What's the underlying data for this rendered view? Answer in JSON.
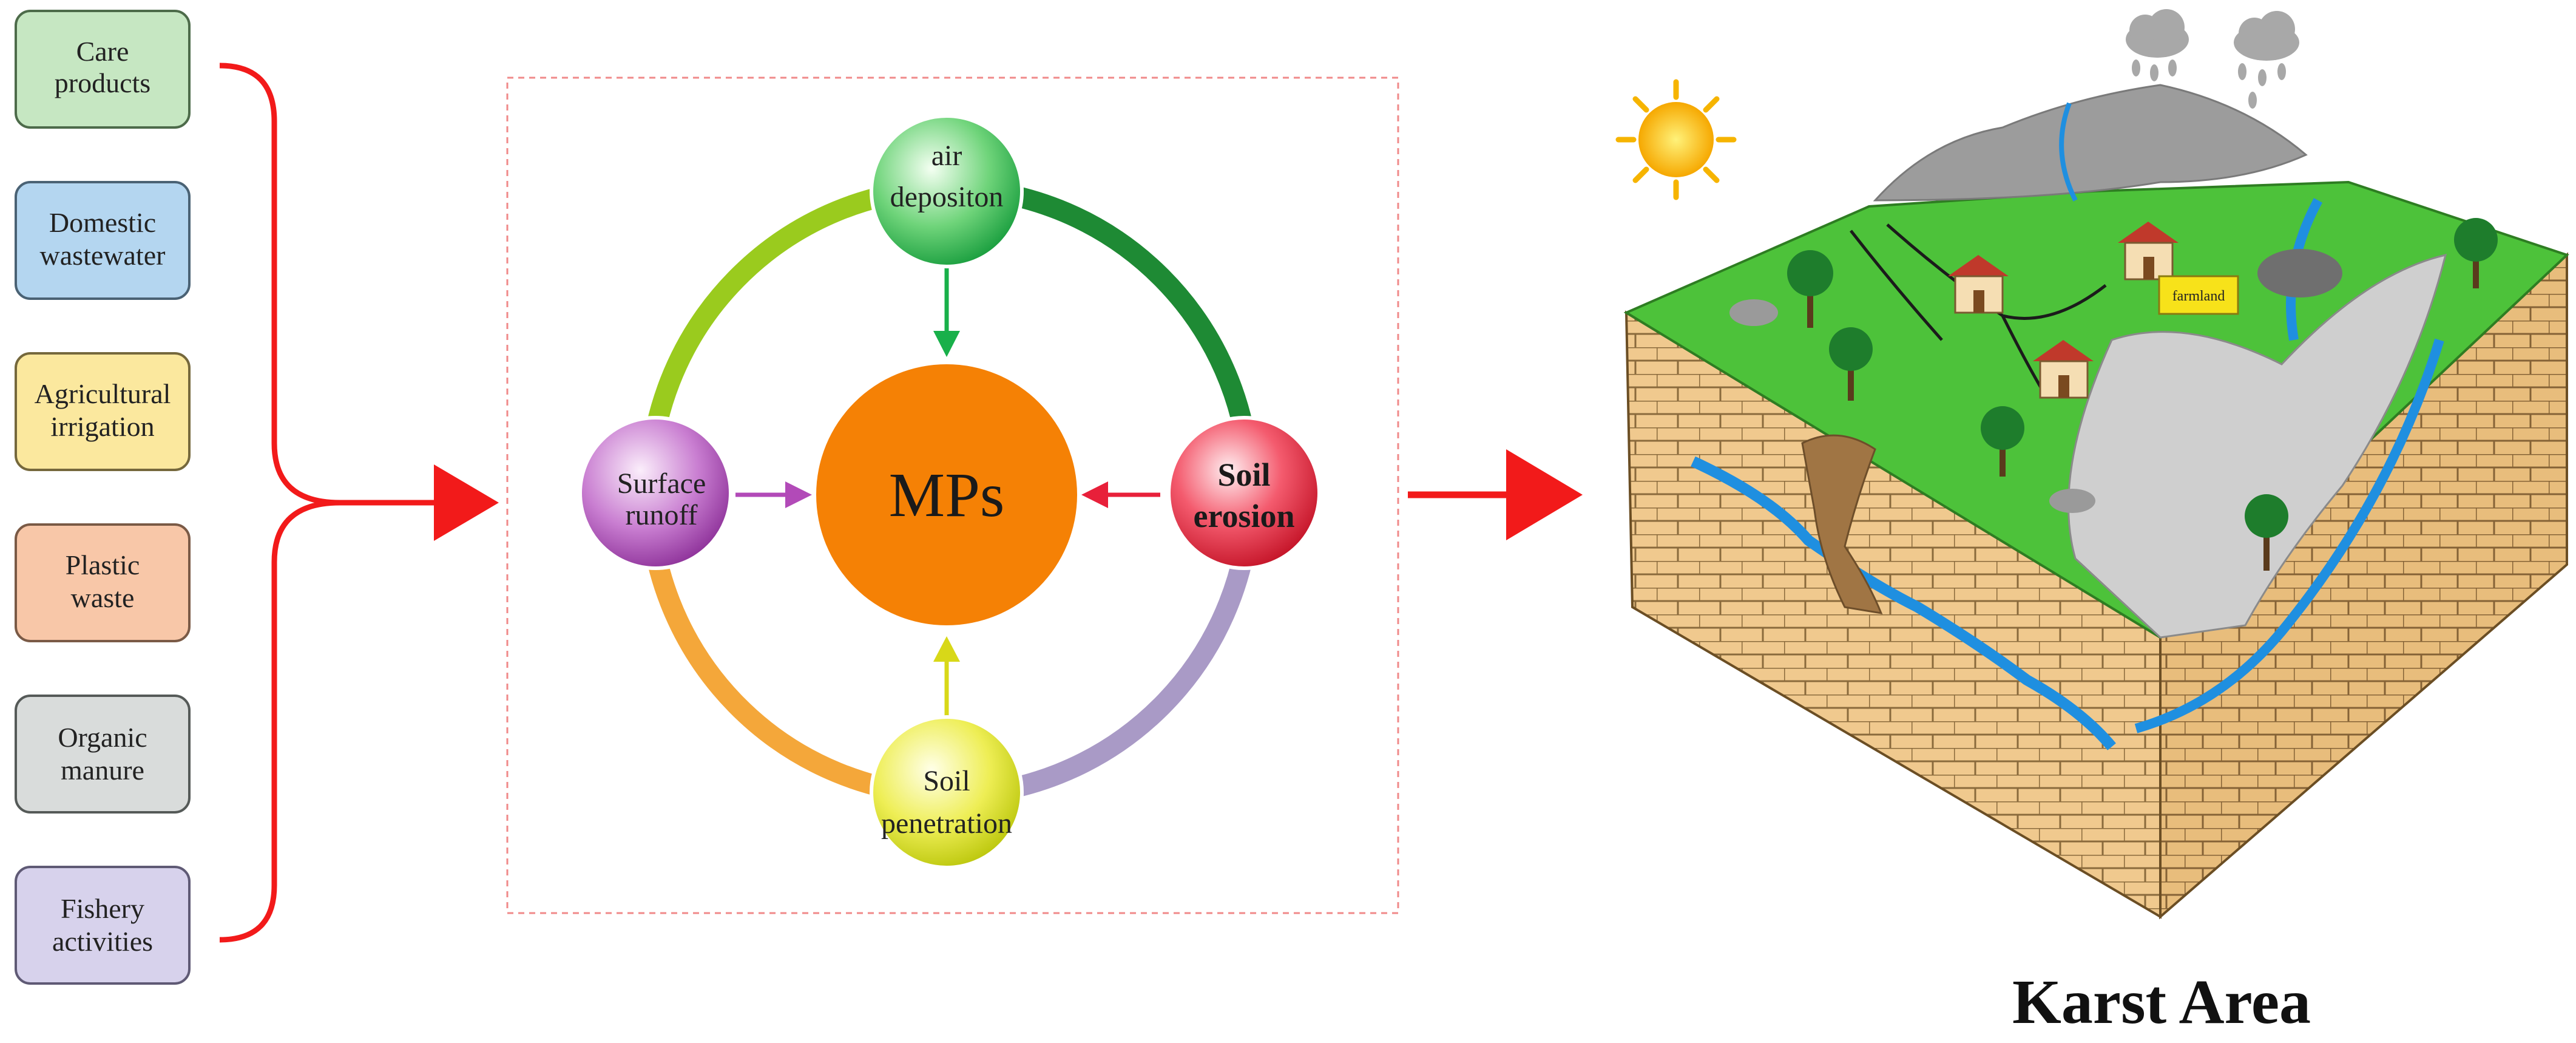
{
  "sources": [
    {
      "line1": "Care",
      "line2": "products",
      "fill": "#c6e7c2",
      "stroke": "#4d6b4a"
    },
    {
      "line1": "Domestic",
      "line2": "wastewater",
      "fill": "#b4d6f0",
      "stroke": "#4a6274"
    },
    {
      "line1": "Agricultural",
      "line2": "irrigation",
      "fill": "#fbe89e",
      "stroke": "#75683c"
    },
    {
      "line1": "Plastic",
      "line2": "waste",
      "fill": "#f8c7a8",
      "stroke": "#7a5a46"
    },
    {
      "line1": "Organic",
      "line2": "manure",
      "fill": "#d9dcdb",
      "stroke": "#555a58"
    },
    {
      "line1": "Fishery",
      "line2": "activities",
      "fill": "#d7d2ec",
      "stroke": "#5f5a75"
    }
  ],
  "cycle": {
    "center": "MPs",
    "top": {
      "line1": "air",
      "line2": "depositon"
    },
    "left": {
      "line1": "Surface",
      "line2": "runoff"
    },
    "right": {
      "line1": "Soil",
      "line2": "erosion"
    },
    "bottom": {
      "line1": "Soil",
      "line2": "penetration"
    }
  },
  "landscape": {
    "caption": "Karst Area",
    "farmland_label": "farmland"
  },
  "colors": {
    "arrow_red": "#f21a1a",
    "center_orange": "#f58105",
    "grass": "#4dc23a",
    "water": "#1f8fe0",
    "rock_tan": "#f0c98e"
  }
}
